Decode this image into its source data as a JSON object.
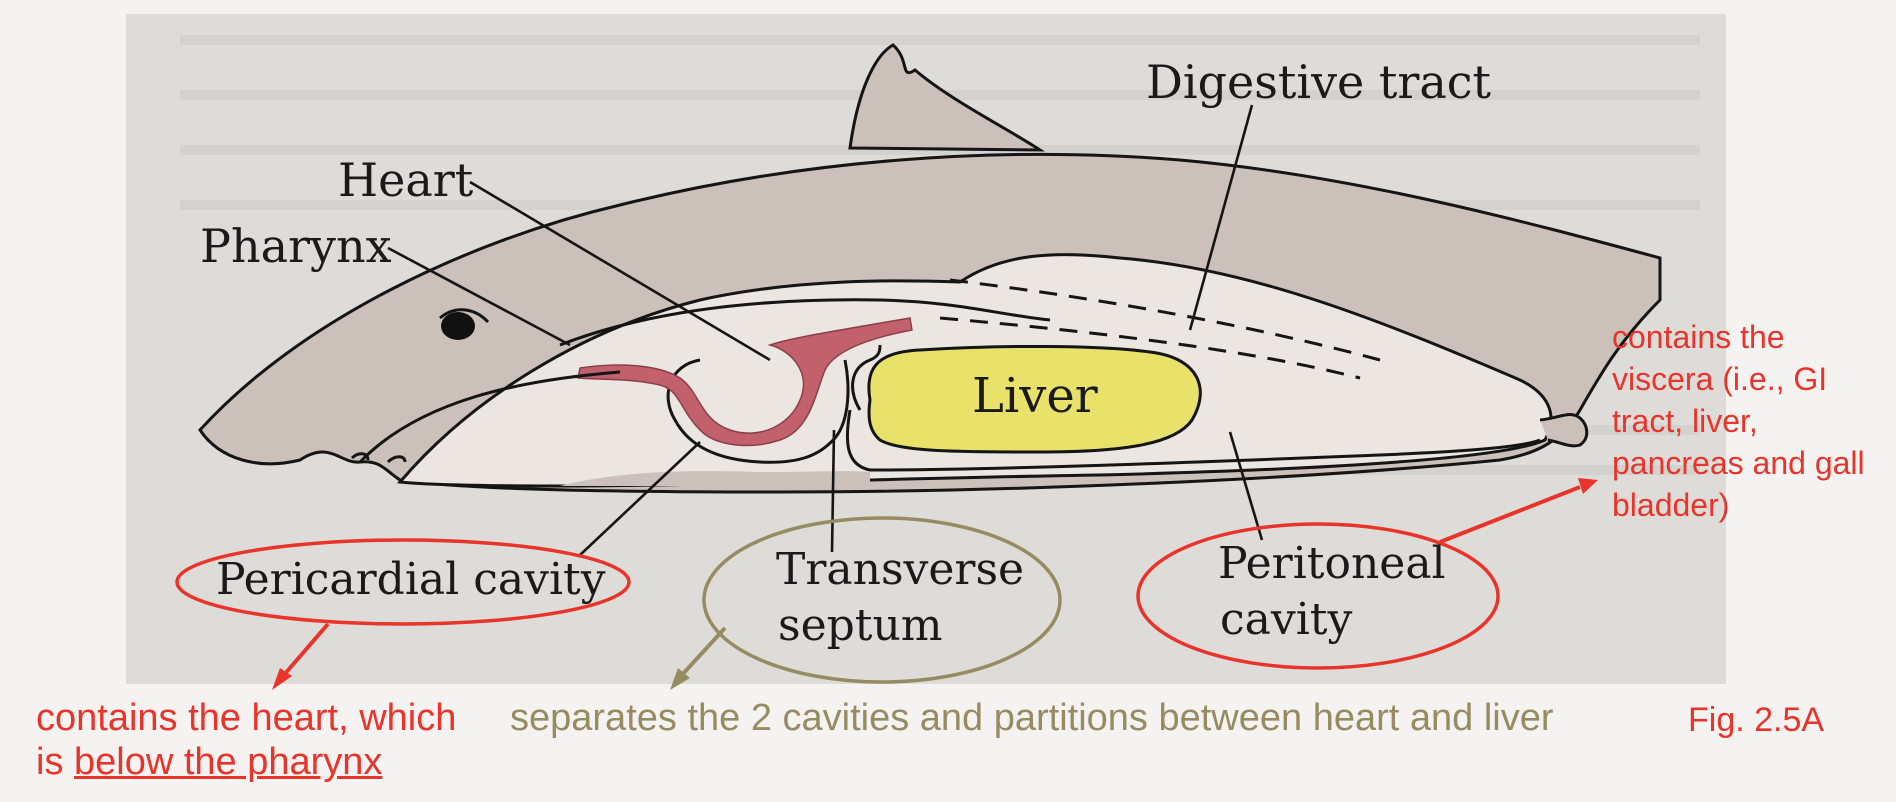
{
  "diagram": {
    "labels": {
      "heart": "Heart",
      "pharynx": "Pharynx",
      "digestive_tract": "Digestive tract",
      "liver": "Liver",
      "pericardial_cavity": "Pericardial cavity",
      "transverse_septum_line1": "Transverse",
      "transverse_septum_line2": "septum",
      "peritoneal_cavity_line1": "Peritoneal",
      "peritoneal_cavity_line2": "cavity"
    }
  },
  "annotations": {
    "pericardial_note_line1": "contains the heart, which",
    "pericardial_note_line2_prefix": "is ",
    "pericardial_note_line2_underlined": "below the pharynx",
    "septum_note": "separates the 2 cavities and partitions between heart and liver",
    "peritoneal_note_lines": [
      "contains the",
      "viscera (i.e., GI",
      "tract, liver,",
      "pancreas and gall",
      "bladder)"
    ],
    "figure_ref": "Fig. 2.5A"
  },
  "colors": {
    "red_annotation": "#e8342a",
    "olive_annotation": "#978b61",
    "liver_fill": "#e8e26a",
    "heart_fill": "#c2616b",
    "body_fill": "#cbc0ba",
    "photo_background": "#dedcd9"
  }
}
